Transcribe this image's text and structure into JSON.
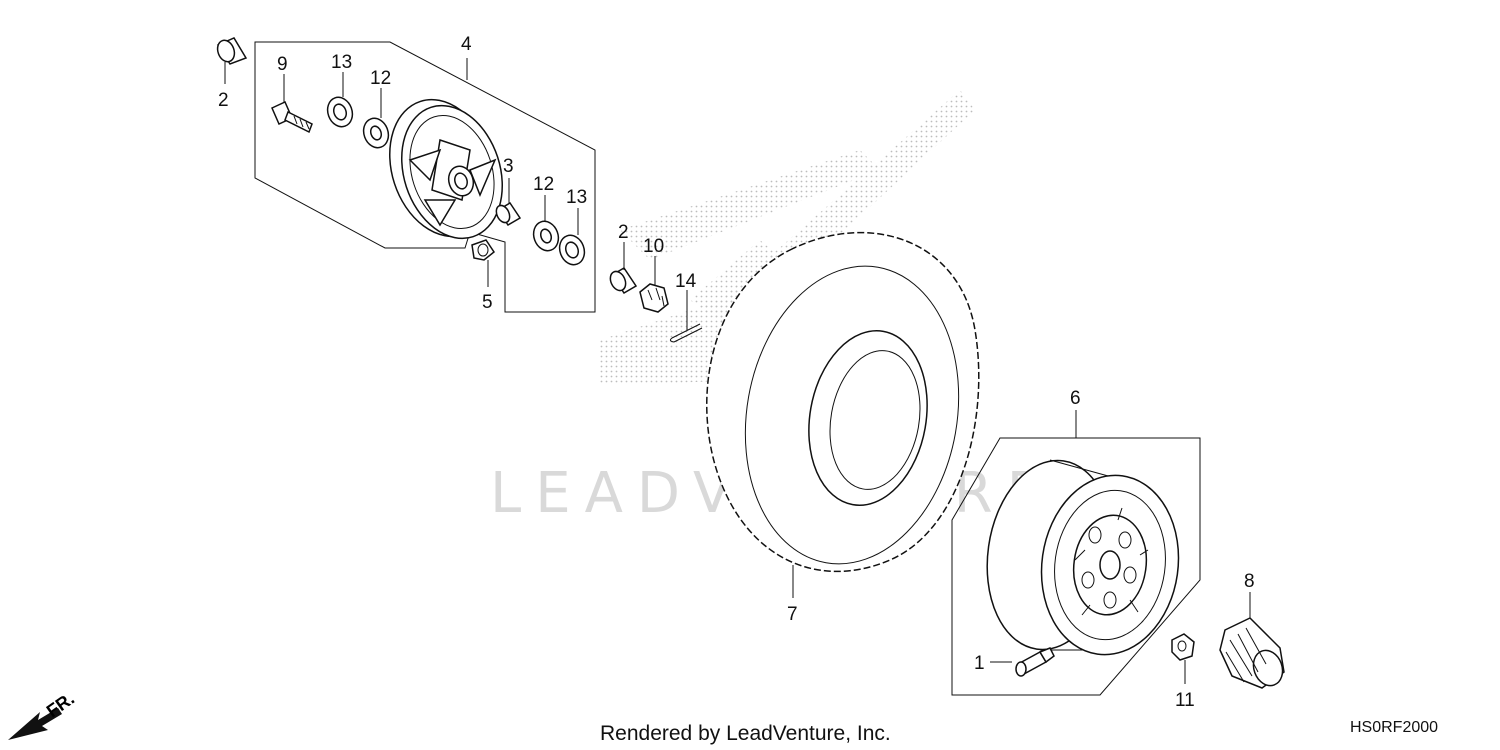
{
  "watermark": "LEADVENTURE",
  "footer": {
    "credit": "Rendered by LeadVenture, Inc.",
    "diagram_code": "HS0RF2000"
  },
  "direction_marker": {
    "label": "FR.",
    "icon": "front-direction-arrow-icon"
  },
  "callouts": {
    "c1": "1",
    "c2a": "2",
    "c2b": "2",
    "c3": "3",
    "c4": "4",
    "c5": "5",
    "c6": "6",
    "c7": "7",
    "c8": "8",
    "c9": "9",
    "c10": "10",
    "c11": "11",
    "c12a": "12",
    "c12b": "12",
    "c13a": "13",
    "c13b": "13",
    "c14": "14"
  },
  "colors": {
    "line": "#111111",
    "watermark": "#d9d9d9",
    "background": "#ffffff"
  }
}
